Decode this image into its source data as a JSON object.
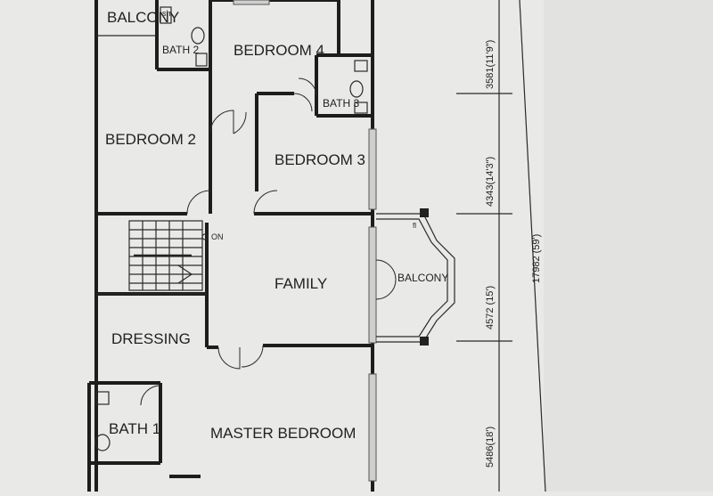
{
  "rooms": {
    "balcony_top": "BALCONY",
    "bath2": "BATH 2",
    "bedroom4": "BEDROOM 4",
    "bath3": "BATH 3",
    "bedroom2": "BEDROOM 2",
    "bedroom3": "BEDROOM 3",
    "family": "FAMILY",
    "balcony_right": "BALCONY",
    "dressing": "DRESSING",
    "bath1": "BATH 1",
    "master": "MASTER BEDROOM"
  },
  "annotations": {
    "sh": "sh",
    "switch": "ON",
    "fl": "fl"
  },
  "dimensions": {
    "d1": "3581(11'9\")",
    "d2": "4343(14'3\")",
    "d3": "4572 (15')",
    "d4": "5486(18')",
    "total": "17982 (59')"
  },
  "colors": {
    "paper": "#e9e9e7",
    "ink": "#1d1d1d"
  }
}
